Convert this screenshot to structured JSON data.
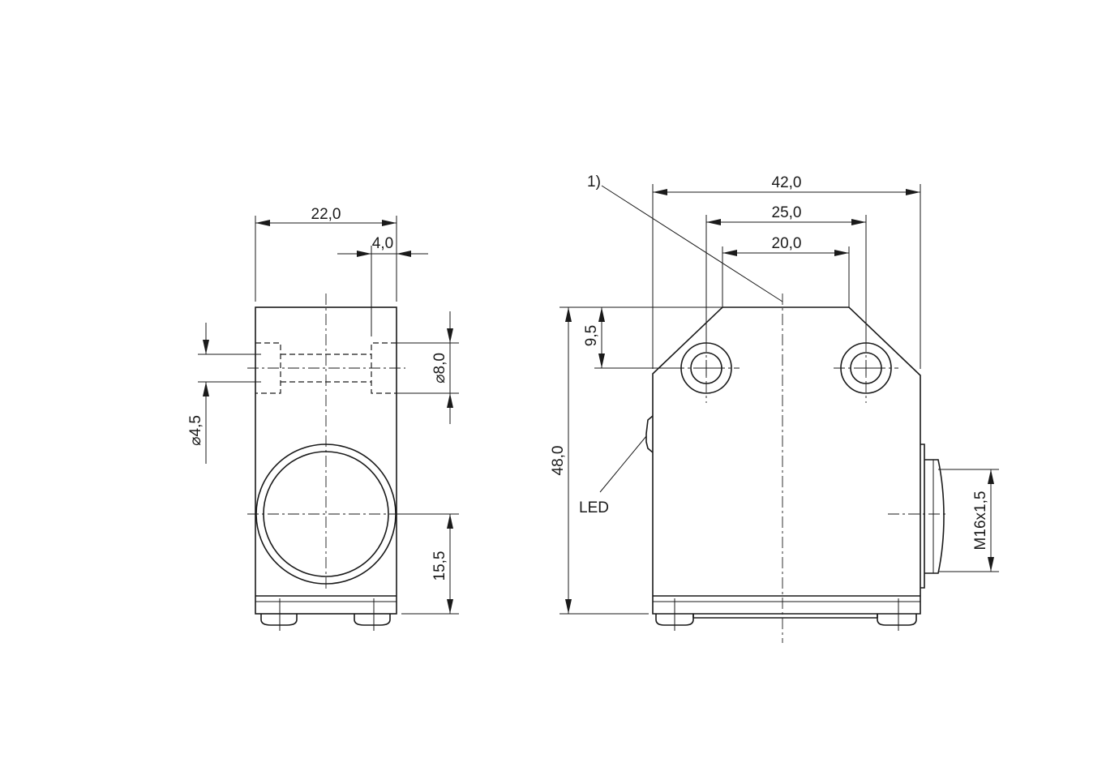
{
  "dimensions": {
    "side_width": "22,0",
    "side_slot": "4,0",
    "side_hole_dia": "⌀4,5",
    "side_bore_dia": "⌀8,0",
    "side_center_height": "15,5",
    "front_width": "42,0",
    "front_outer_hole_spacing": "25,0",
    "front_inner_hole_spacing": "20,0",
    "front_hole_offset": "9,5",
    "front_height": "48,0",
    "connector_thread": "M16x1,5"
  },
  "labels": {
    "note_ref": "1)",
    "led": "LED"
  },
  "colors": {
    "line": "#1a1a1a",
    "background": "#ffffff"
  }
}
